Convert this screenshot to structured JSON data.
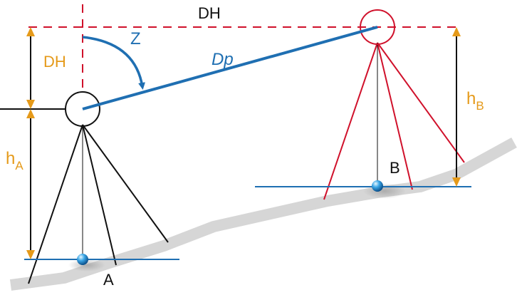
{
  "labels": {
    "dh_top": "DH",
    "dh_left": "DH",
    "z": "Z",
    "dp": "Dp",
    "h_a_main": "h",
    "h_a_sub": "A",
    "h_b_main": "h",
    "h_b_sub": "B",
    "point_a": "A",
    "point_b": "B"
  },
  "colors": {
    "accent_orange": "#e59a1a",
    "accent_blue": "#1f6fb2",
    "red": "#d0112b",
    "black": "#111111",
    "ground": "#d6d6d6",
    "level_line": "#1f6fb2"
  }
}
